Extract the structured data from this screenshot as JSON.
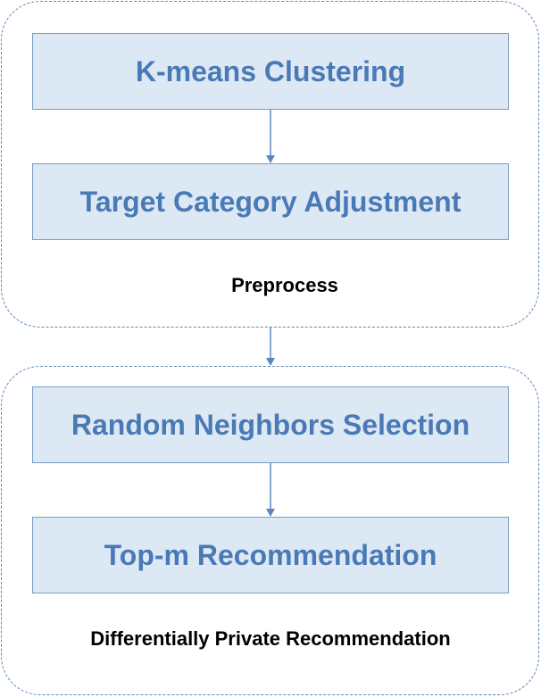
{
  "groups": [
    {
      "label": "Preprocess",
      "steps": [
        "K-means Clustering",
        "Target Category Adjustment"
      ]
    },
    {
      "label": "Differentially Private Recommendation",
      "steps": [
        "Random Neighbors Selection",
        "Top-m Recommendation"
      ]
    }
  ],
  "colors": {
    "box_fill": "#dde8f5",
    "box_border": "#7a9cc4",
    "box_text": "#4a7ab5",
    "group_border": "#5b87b8",
    "arrow": "#5b87b8",
    "label_text": "#000000"
  }
}
